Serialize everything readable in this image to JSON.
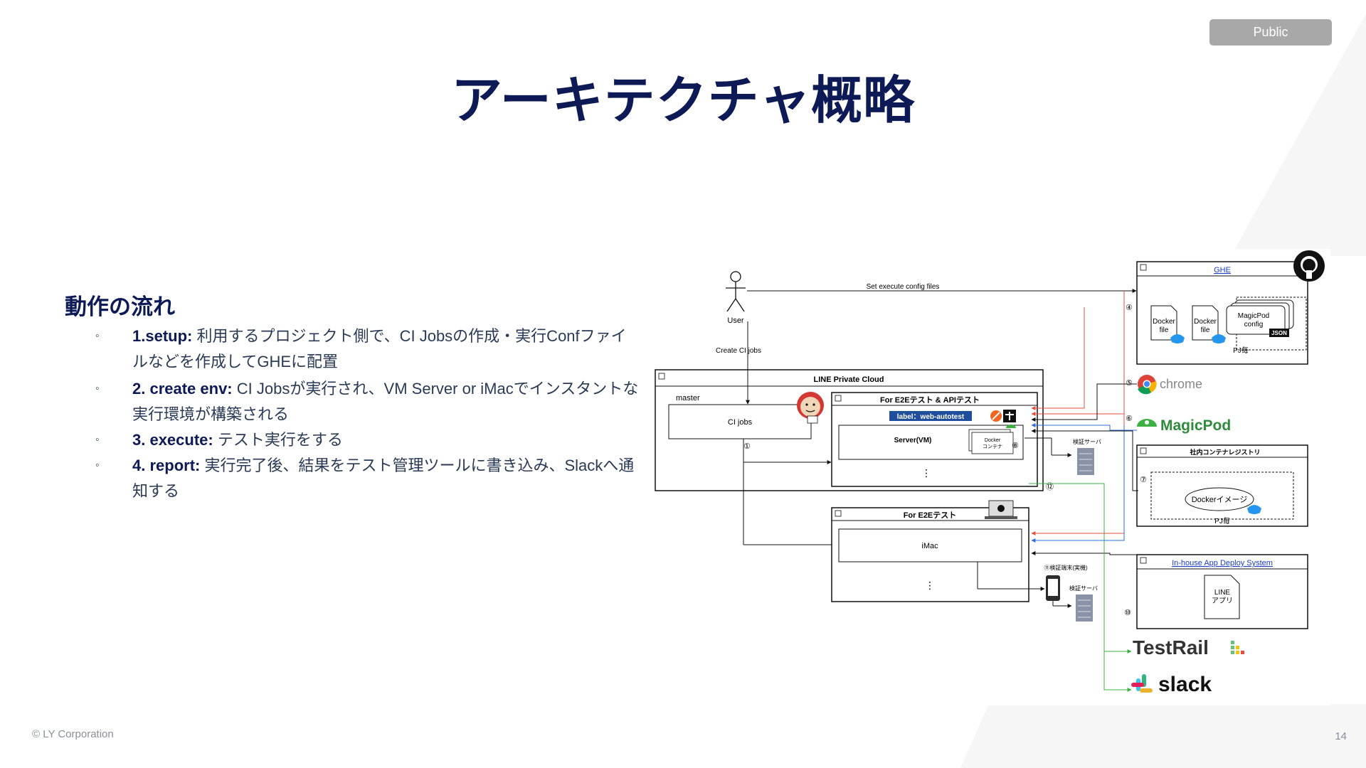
{
  "badge": "Public",
  "title": "アーキテクチャ概略",
  "flow": {
    "heading": "動作の流れ",
    "bullet": "◦",
    "steps": [
      {
        "label": "1.setup:",
        "text": " 利用するプロジェクト側で、CI Jobsの作成・実行Confファイルなどを作成してGHEに配置"
      },
      {
        "label": "2.  create env:",
        "text": " CI Jobsが実行され、VM Server or iMacでインスタントな実行環境が構築される"
      },
      {
        "label": "3. execute:",
        "text": " テスト実行をする"
      },
      {
        "label": "4. report:",
        "text": " 実行完了後、結果をテスト管理ツールに書き込み、Slackへ通知する"
      }
    ]
  },
  "footer": {
    "copyright": "© LY Corporation",
    "page": "14"
  },
  "diagram": {
    "user": "User",
    "set_config": "Set execute config files",
    "create_jobs": "Create CI jobs",
    "private_cloud": "LINE Private Cloud",
    "master": "master",
    "ci_jobs": "CI jobs",
    "e2e_api": "For E2Eテスト & APIテスト",
    "label_tag": "label：web-autotest",
    "server_vm": "Server(VM)",
    "docker_container": [
      "Docker",
      "コンテナ"
    ],
    "verify_server": "検証サーバ",
    "e2e": "For E2Eテスト",
    "imac": "iMac",
    "device": "⑪検証端末(実機)",
    "verify_server2": "検証サーバ",
    "ghe": "GHE",
    "docker_file": [
      "Docker",
      "file"
    ],
    "magicpod_config": [
      "MagicPod",
      "config"
    ],
    "json": "JSON",
    "pj_each": "PJ毎",
    "chrome": "chrome",
    "magicpod": "MagicPod",
    "registry": "社内コンテナレジストリ",
    "docker_image": "Dockerイメージ",
    "deploy": "In-house App Deploy System",
    "line_app": [
      "LINE",
      "アプリ"
    ],
    "testrail": "TestRail",
    "slack": "slack",
    "num1": "①",
    "num4": "④",
    "num5": "⑤",
    "num6": "⑥",
    "num7": "⑦",
    "num8": "⑧",
    "num10": "⑩",
    "num12": "⑫",
    "dots": "⋮",
    "colors": {
      "red": "#e74c3c",
      "blue": "#2f6fd6",
      "green": "#3cb043",
      "navy": "#0d1a55"
    }
  }
}
